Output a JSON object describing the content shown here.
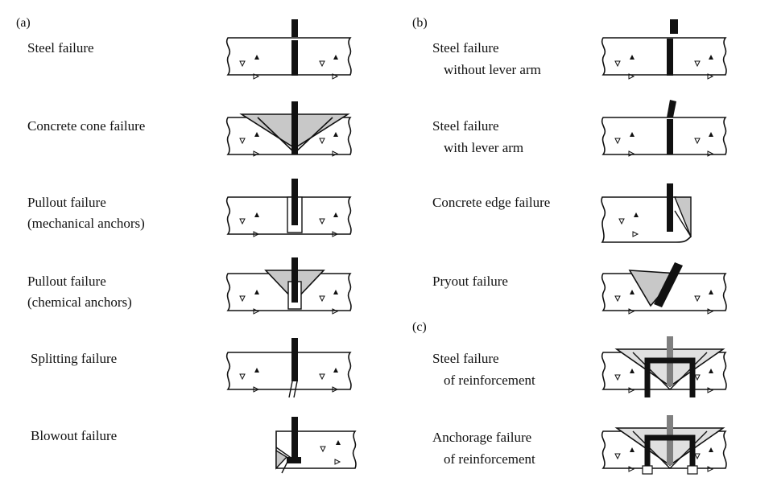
{
  "panels": [
    "(a)",
    "(b)",
    "(c)"
  ],
  "labels": {
    "a1": "Steel failure",
    "a2": "Concrete cone failure",
    "a3_l1": "Pullout failure",
    "a3_l2": "(mechanical anchors)",
    "a4_l1": "Pullout failure",
    "a4_l2": "(chemical anchors)",
    "a5": "Splitting failure",
    "a6": "Blowout failure",
    "b1_l1": "Steel failure",
    "b1_l2": "without lever arm",
    "b2_l1": "Steel failure",
    "b2_l2": "with lever arm",
    "b3": "Concrete edge failure",
    "b4": "Pryout failure",
    "c1_l1": "Steel failure",
    "c1_l2": "of reinforcement",
    "c2_l1": "Anchorage failure",
    "c2_l2": "of reinforcement"
  },
  "colors": {
    "ink": "#111111",
    "cone_fill": "#c8c8c8",
    "reinf_cone_fill": "#e0e0e0",
    "grey_bar": "#808080"
  }
}
